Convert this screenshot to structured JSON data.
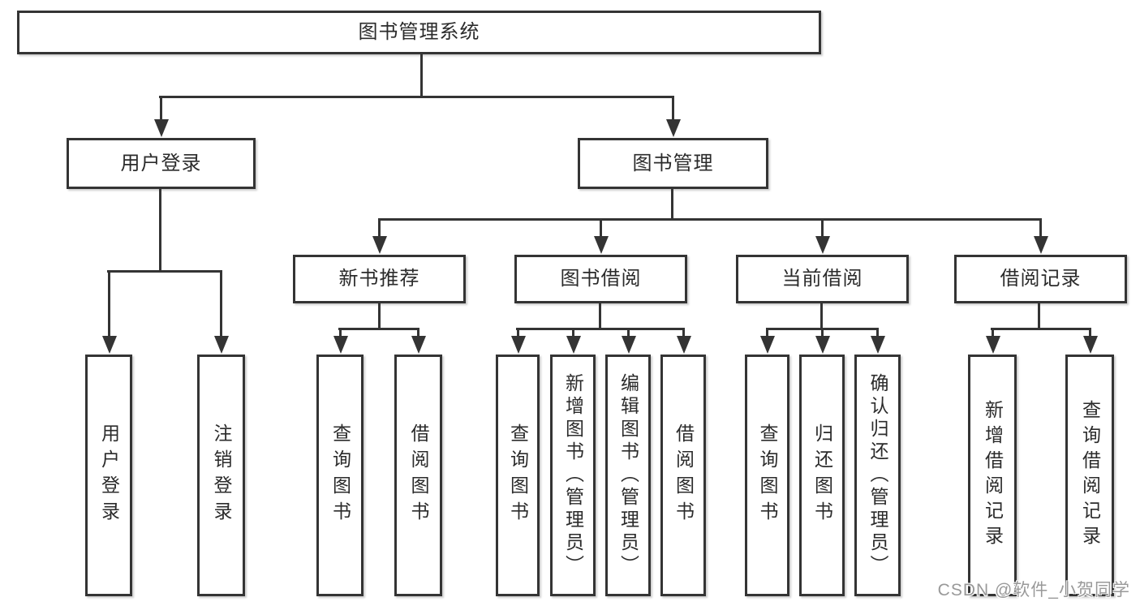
{
  "nodes": {
    "root": "图书管理系统",
    "user_login": "用户登录",
    "book_mgmt": "图书管理",
    "new_book_rec": "新书推荐",
    "book_borrow": "图书借阅",
    "current_borrow": "当前借阅",
    "borrow_record": "借阅记录",
    "ul_login": "用户登录",
    "ul_logout": "注销登录",
    "nbr_query": "查询图书",
    "nbr_borrow": "借阅图书",
    "bb_query": "查询图书",
    "bb_add": "新增图书（管理员）",
    "bb_edit": "编辑图书（管理员）",
    "bb_borrow": "借阅图书",
    "cb_query": "查询图书",
    "cb_return": "归还图书",
    "cb_confirm": "确认归还（管理员）",
    "br_add": "新增借阅记录",
    "br_query": "查询借阅记录"
  },
  "watermark": "CSDN @软件_小贺同学",
  "colors": {
    "line": "#343434",
    "text": "#2b2b2b",
    "background": "#ffffff",
    "watermark": "#999999"
  }
}
